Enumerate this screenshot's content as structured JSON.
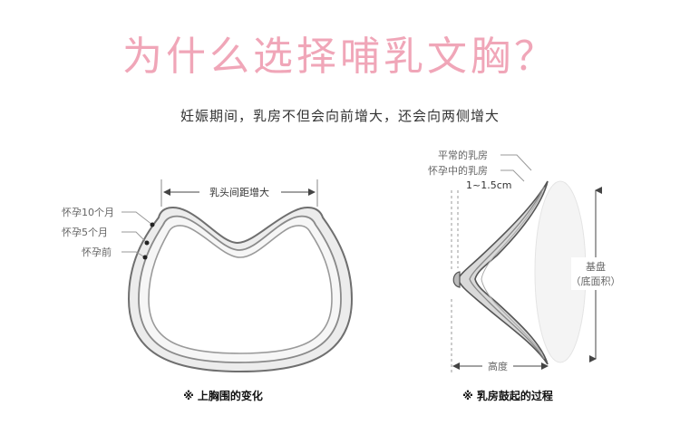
{
  "header": {
    "title": "为什么选择哺乳文胸？",
    "subtitle": "妊娠期间，乳房不但会向前增大，还会向两侧增大"
  },
  "left_diagram": {
    "dimension_label": "乳头间距增大",
    "stages": [
      "怀孕10个月",
      "怀孕5个月",
      "怀孕前"
    ],
    "caption": "※ 上胸围的变化"
  },
  "right_diagram": {
    "label_normal": "平常的乳房",
    "label_pregnant": "怀孕中的乳房",
    "growth_range": "1~1.5cm",
    "base_label_line1": "基盘",
    "base_label_line2": "（底面积）",
    "height_label": "高度",
    "caption": "※ 乳房鼓起的过程"
  },
  "colors": {
    "title_pink": "#f0a6b8",
    "outline_gray": "#777777",
    "fill_light_gray": "#e6e6e6"
  }
}
